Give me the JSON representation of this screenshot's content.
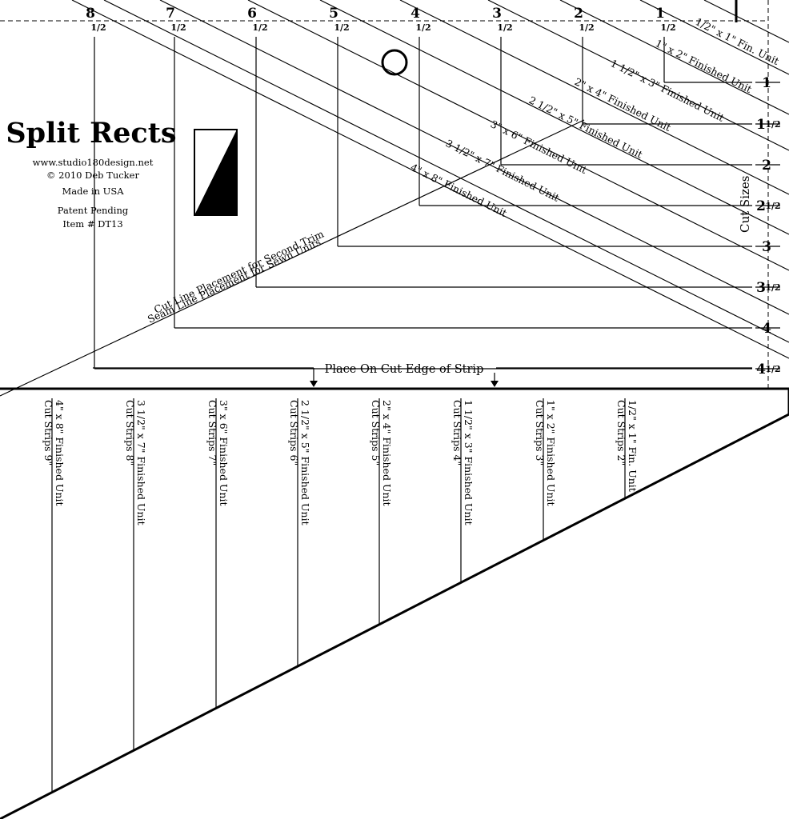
{
  "header": {
    "title": "Split Rects",
    "website": "www.studio180design.net",
    "copyright": "© 2010 Deb Tucker",
    "made_in": "Made in USA",
    "patent": "Patent Pending",
    "item": "Item # DT13"
  },
  "top_marks": [
    {
      "whole": "8",
      "frac": "1/2"
    },
    {
      "whole": "7",
      "frac": "1/2"
    },
    {
      "whole": "6",
      "frac": "1/2"
    },
    {
      "whole": "5",
      "frac": "1/2"
    },
    {
      "whole": "4",
      "frac": "1/2"
    },
    {
      "whole": "3",
      "frac": "1/2"
    },
    {
      "whole": "2",
      "frac": "1/2"
    },
    {
      "whole": "1",
      "frac": "1/2"
    }
  ],
  "right_marks": [
    {
      "whole": "1",
      "frac": ""
    },
    {
      "whole": "1",
      "frac": "1/2"
    },
    {
      "whole": "2",
      "frac": ""
    },
    {
      "whole": "2",
      "frac": "1/2"
    },
    {
      "whole": "3",
      "frac": ""
    },
    {
      "whole": "3",
      "frac": "1/2"
    },
    {
      "whole": "4",
      "frac": ""
    },
    {
      "whole": "4",
      "frac": "1/2"
    }
  ],
  "cut_sizes_label": "Cut Sizes",
  "diagonal_labels": [
    "1/2\" x 1\" Fin. Unit",
    "1\" x 2\" Finished Unit",
    "1 1/2\" x 3\" Finished Unit",
    "2\" x 4\" Finished Unit",
    "2 1/2\" x 5\" Finished Unit",
    "3\" x 6\" Finished Unit",
    "3 1/2\" x 7\" Finished Unit",
    "4\" x 8\" Finished Unit"
  ],
  "seam_line_label": "Seam Line Placement for Sewn Units",
  "cut_line_label": "Cut Line Placement for Second Trim",
  "place_label": "Place On Cut Edge of Strip",
  "strips": [
    {
      "unit": "4\" x 8\" Finished Unit",
      "cut": "Cut Strips 9\""
    },
    {
      "unit": "3 1/2\" x 7\" Finished Unit",
      "cut": "Cut Strips 8\""
    },
    {
      "unit": "3\" x 6\" Finished Unit",
      "cut": "Cut Strips 7\""
    },
    {
      "unit": "2 1/2\" x 5\" Finished Unit",
      "cut": "Cut Strips 6\""
    },
    {
      "unit": "2\" x 4\" Finished Unit",
      "cut": "Cut Strips 5\""
    },
    {
      "unit": "1 1/2\" x 3\" Finished Unit",
      "cut": "Cut Strips 4\""
    },
    {
      "unit": "1\" x 2\" Finished Unit",
      "cut": "Cut Strips 3\""
    },
    {
      "unit": "1/2\" x 1\" Fin. Unit",
      "cut": "Cut Strips 2\""
    }
  ]
}
